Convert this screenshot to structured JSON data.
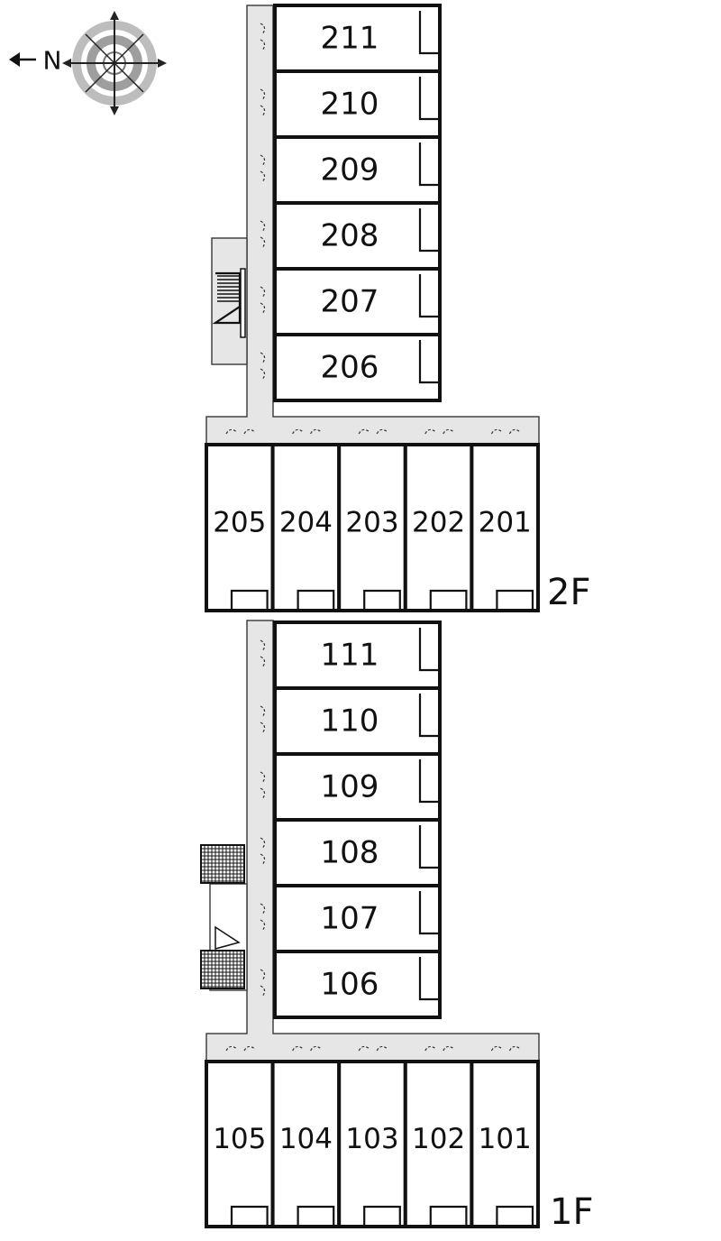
{
  "compass": {
    "north_label": "N"
  },
  "floor_2": {
    "label": "2F",
    "wing_units": [
      "211",
      "210",
      "209",
      "208",
      "207",
      "206"
    ],
    "row_units": [
      "205",
      "204",
      "203",
      "202",
      "201"
    ]
  },
  "floor_1": {
    "label": "1F",
    "wing_units": [
      "111",
      "110",
      "109",
      "108",
      "107",
      "106"
    ],
    "row_units": [
      "105",
      "104",
      "103",
      "102",
      "101"
    ]
  },
  "colors": {
    "corridor": "#e6e6e6",
    "wall": "#111111",
    "background": "#ffffff"
  }
}
